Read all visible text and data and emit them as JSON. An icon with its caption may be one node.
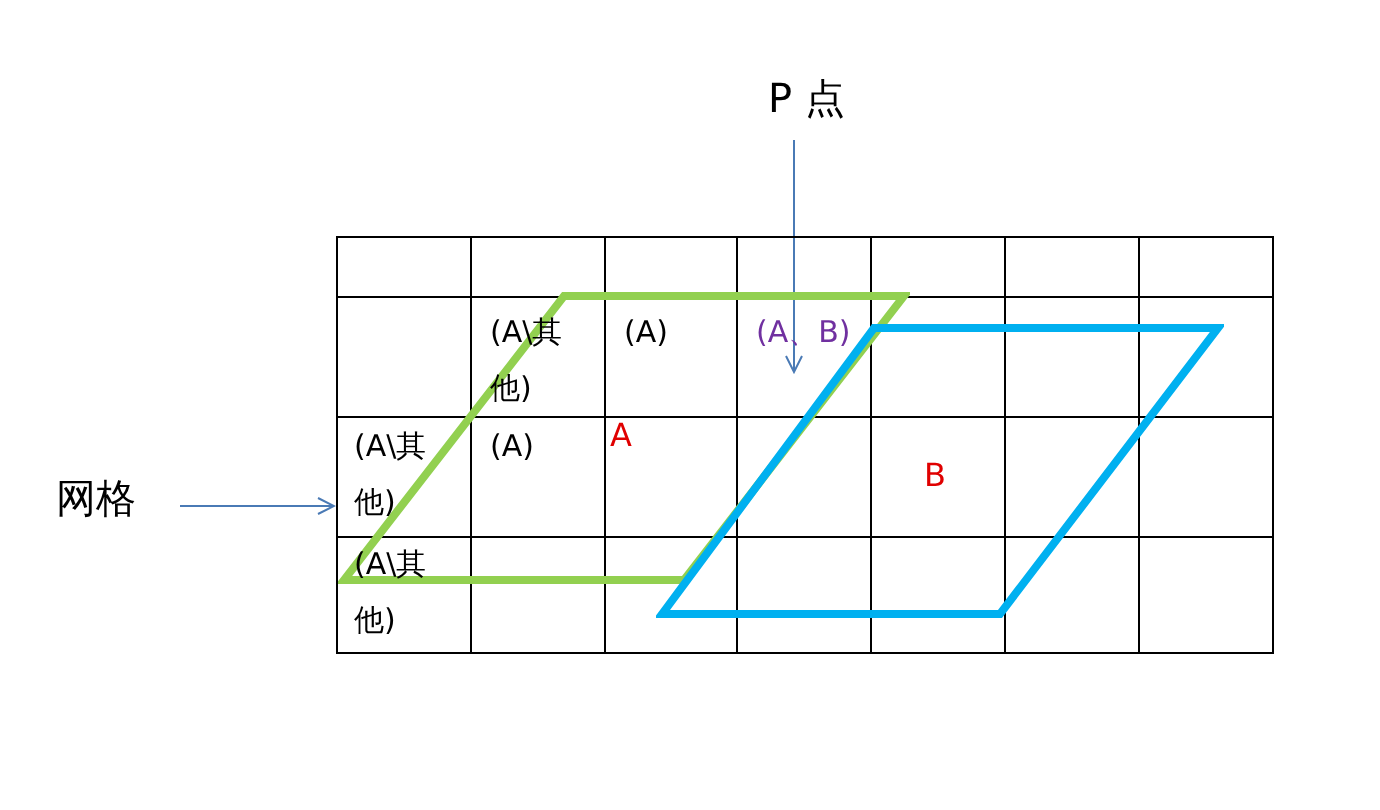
{
  "diagram": {
    "nodes": [
      {
        "text": [
          "P 点"
        ]
      },
      {
        "text": [
          "网格"
        ]
      },
      {
        "text": [],
        "shape": "box"
      },
      {
        "text": [
          "A"
        ],
        "in": 2
      },
      {
        "text": [
          "B"
        ],
        "in": 2
      }
    ],
    "edges": [
      {
        "from": 0,
        "to": 3,
        "arrow": "to"
      },
      {
        "from": 1,
        "to": 2,
        "arrow": "to"
      }
    ],
    "labels": [
      "(A\\其他)",
      "(A)",
      "(A、B)",
      "(A\\其他)",
      "(A)",
      "(A\\其他)"
    ]
  }
}
